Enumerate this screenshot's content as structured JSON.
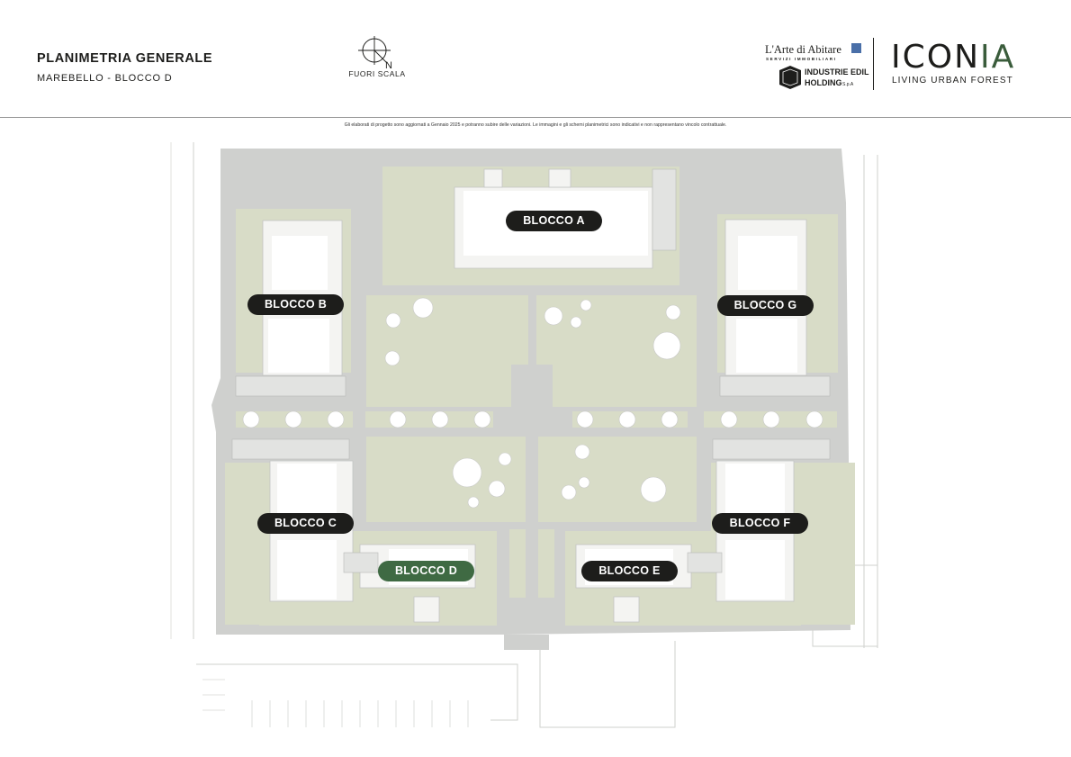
{
  "header": {
    "title": "PLANIMETRIA GENERALE",
    "subtitle": "MAREBELLO - BLOCCO D",
    "compass_label": "FUORI SCALA",
    "compass_north": "N"
  },
  "logos": {
    "ada_name": "L'Arte di Abitare",
    "ada_tagline": "SERVIZI IMMOBILIARI",
    "ieh_line1": "INDUSTRIE EDILI",
    "ieh_line2": "HOLDING",
    "ieh_suffix": "S.p.A",
    "iconia_main": "ICON",
    "iconia_last": "IA",
    "iconia_tagline": "LIVING URBAN FOREST"
  },
  "disclaimer": "Gli elaborati di progetto sono aggiornati a Gennaio 2025 e potranno subire delle variazioni. Le immagini e gli schemi planimetrici sono indicativi e non rappresentano vincolo contrattuale.",
  "blocks": {
    "a": "BLOCCO A",
    "b": "BLOCCO B",
    "c": "BLOCCO C",
    "d": "BLOCCO D",
    "e": "BLOCCO E",
    "f": "BLOCCO F",
    "g": "BLOCCO G"
  },
  "colors": {
    "label_dark": "#1d1d1b",
    "label_active": "#3f6a43",
    "green_area": "#d8dcc7",
    "paving": "#cfd0ce",
    "building": "#f4f4f2"
  }
}
